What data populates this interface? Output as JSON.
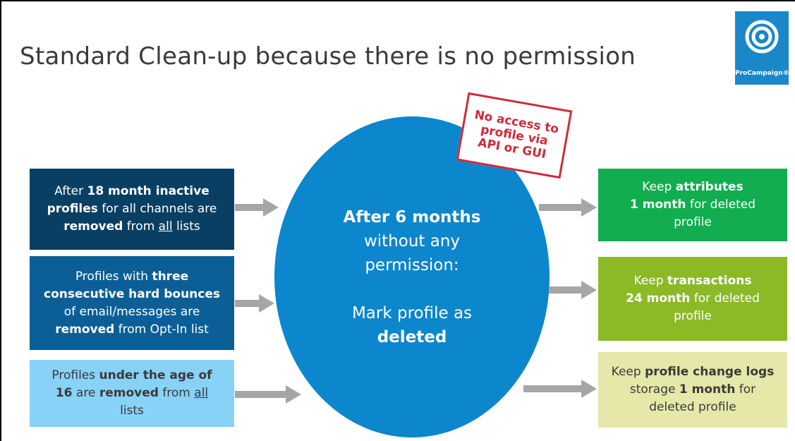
{
  "title": "Standard Clean-up because there is no permission",
  "logo": {
    "text": "ProCampaign",
    "registered": "®",
    "icon": "concentric-circles-icon",
    "color": "#1a87c9"
  },
  "center": {
    "heading": "After 6 months",
    "line2": "without any",
    "line3": "permission:",
    "line4": "Mark profile as",
    "line5": "deleted",
    "color": "#0c86cc"
  },
  "stamp": {
    "line1": "No access to",
    "line2": "profile via",
    "line3": "API or GUI",
    "color": "#d02a3b"
  },
  "left_boxes": [
    {
      "color": "#0a3f64",
      "l1a": "After ",
      "l1b": "18 month inactive",
      "l2a": "profiles",
      "l2b": " for all channels are",
      "l3a": "removed",
      "l3b": " from ",
      "l3c": "all",
      "l3d": " lists"
    },
    {
      "color": "#0b5f96",
      "l1a": "Profiles with ",
      "l1b": "three",
      "l2a": "consecutive hard bounces",
      "l3a": "of email/messages are",
      "l4a": "removed",
      "l4b": " from Opt-In list"
    },
    {
      "color": "#88d1f7",
      "l1a": "Profiles ",
      "l1b": "under the age of",
      "l2a": "16",
      "l2b": " are ",
      "l2c": "removed",
      "l2d": " from ",
      "l2e": "all",
      "l3a": "lists"
    }
  ],
  "right_boxes": [
    {
      "color": "#11ad4f",
      "l1a": "Keep ",
      "l1b": "attributes",
      "l2a": "1 month",
      "l2b": " for deleted",
      "l3a": "profile"
    },
    {
      "color": "#8bba26",
      "l1a": "Keep ",
      "l1b": "transactions",
      "l2a": "24 month",
      "l2b": " for deleted",
      "l3a": "profile"
    },
    {
      "color": "#e5e8a8",
      "l1a": "Keep ",
      "l1b": "profile change logs",
      "l2a": "storage ",
      "l2b": "1 month",
      "l2c": " for",
      "l3a": "deleted profile"
    }
  ]
}
